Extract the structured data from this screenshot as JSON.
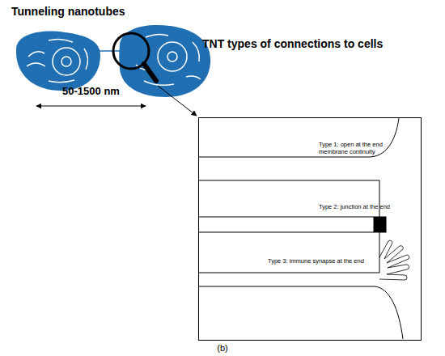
{
  "diagram": {
    "title": "Tunneling nanotubes",
    "nodes": [
      {
        "text": [
          "TNT types of connections to cells"
        ]
      }
    ],
    "labels": [
      "50-1500 nm",
      "Type 1: open at the end membrane continuity",
      "Type 2: junction at the end",
      "Type 3: immune synapse at the end",
      "(b)"
    ]
  }
}
